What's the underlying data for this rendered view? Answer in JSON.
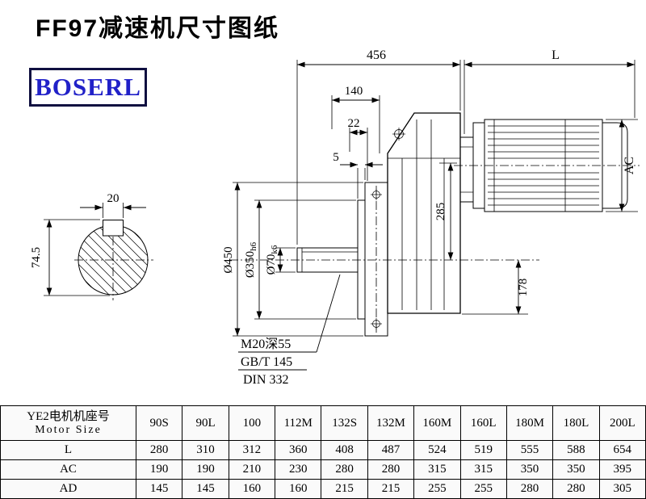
{
  "page": {
    "title": "FF97减速机尺寸图纸",
    "logo_text": "BOSERL"
  },
  "drawing": {
    "dim_456": "456",
    "dim_L": "L",
    "dim_140": "140",
    "dim_22": "22",
    "dim_5": "5",
    "dim_AC": "AC",
    "dim_285": "285",
    "dim_178": "178",
    "dim_dia450": "Ø450",
    "dim_dia350_main": "Ø350",
    "dim_dia350_suffix": "h6",
    "dim_dia70_main": "Ø70",
    "dim_dia70_suffix": "k6",
    "dim_20": "20",
    "dim_74_5": "74.5",
    "note_thread": "M20深55",
    "note_gb": "GB/T 145",
    "note_din": "DIN 332"
  },
  "table": {
    "header_cn": "YE2电机机座号",
    "header_en": "Motor Size",
    "columns": [
      "90S",
      "90L",
      "100",
      "112M",
      "132S",
      "132M",
      "160M",
      "160L",
      "180M",
      "180L",
      "200L"
    ],
    "rows": [
      {
        "label": "L",
        "values": [
          "280",
          "310",
          "312",
          "360",
          "408",
          "487",
          "524",
          "519",
          "555",
          "588",
          "654"
        ]
      },
      {
        "label": "AC",
        "values": [
          "190",
          "190",
          "210",
          "230",
          "280",
          "280",
          "315",
          "315",
          "350",
          "350",
          "395"
        ]
      },
      {
        "label": "AD",
        "values": [
          "145",
          "145",
          "160",
          "160",
          "215",
          "215",
          "255",
          "255",
          "280",
          "280",
          "305"
        ]
      }
    ]
  }
}
